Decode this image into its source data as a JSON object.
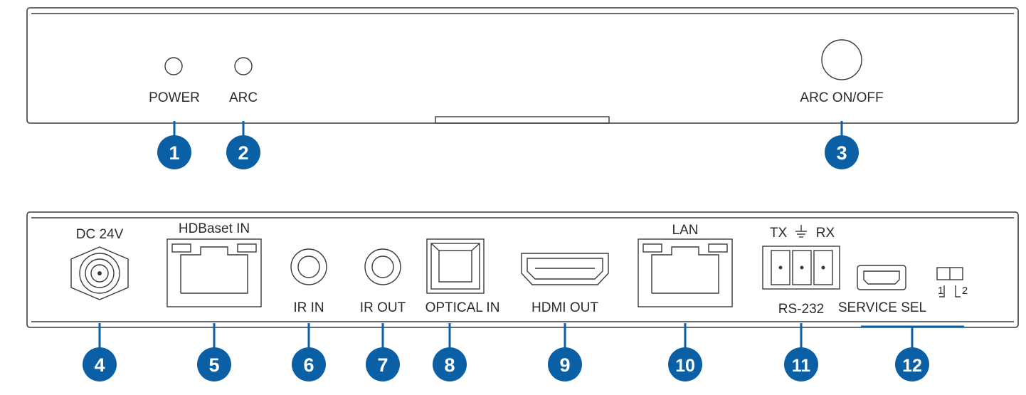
{
  "front_panel": {
    "power_label": "POWER",
    "arc_label": "ARC",
    "arc_button_label": "ARC ON/OFF"
  },
  "rear_panel": {
    "dc_label": "DC 24V",
    "hdbaset_label": "HDBaset IN",
    "ir_in_label": "IR IN",
    "ir_out_label": "IR OUT",
    "optical_label": "OPTICAL IN",
    "hdmi_out_label": "HDMI OUT",
    "lan_label": "LAN",
    "tx_label": "TX",
    "rx_label": "RX",
    "rs232_label": "RS-232",
    "service_label": "SERVICE SEL",
    "switch_pos1": "1",
    "switch_pos2": "2"
  },
  "callouts": [
    "1",
    "2",
    "3",
    "4",
    "5",
    "6",
    "7",
    "8",
    "9",
    "10",
    "11",
    "12"
  ],
  "colors": {
    "callout": "#0b5fa5",
    "outline": "#3a3a3a"
  },
  "icons": {
    "ground": "ground-symbol-icon"
  }
}
